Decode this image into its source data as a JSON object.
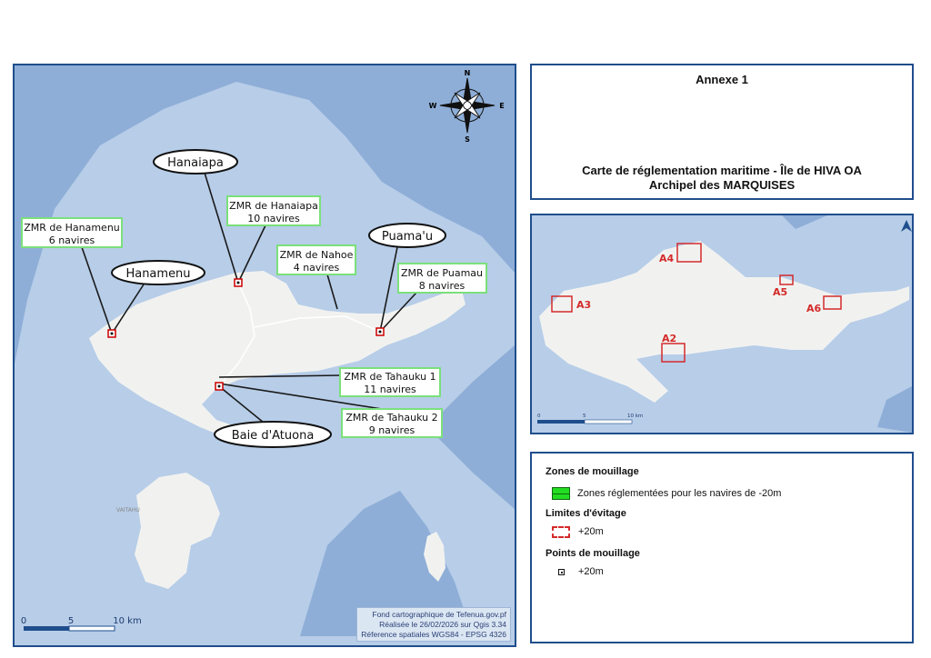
{
  "title_box": {
    "annex": "Annexe 1",
    "title": "Carte de réglementation maritime -  Île de HIVA OA",
    "subtitle": "Archipel des MARQUISES"
  },
  "main_map": {
    "compass": {
      "n": "N",
      "s": "S",
      "e": "E",
      "w": "W"
    },
    "places": [
      "Hanaiapa",
      "Hanamenu",
      "Puama'u",
      "Baie d'Atuona"
    ],
    "island_label": "VAITAHU",
    "zones": [
      {
        "name": "ZMR de Hanamenu",
        "count": "6 navires"
      },
      {
        "name": "ZMR de Hanaiapa",
        "count": "10 navires"
      },
      {
        "name": "ZMR de Nahoe",
        "count": "4 navires"
      },
      {
        "name": "ZMR de Puamau",
        "count": "8 navires"
      },
      {
        "name": "ZMR de Tahauku 1",
        "count": "11 navires"
      },
      {
        "name": "ZMR de Tahauku 2",
        "count": "9 navires"
      }
    ],
    "scale": {
      "t0": "0",
      "t1": "5",
      "t2": "10 km"
    },
    "credits": [
      "Fond cartographique de Tefenua.gov.pf",
      "Réalisée le 26/02/2026  sur Qgis 3.34",
      "Réference spatiales WGS84 - EPSG 4326"
    ]
  },
  "inset_map": {
    "areas": [
      "A2",
      "A3",
      "A4",
      "A5",
      "A6"
    ],
    "scale": {
      "t0": "0",
      "t1": "5",
      "t2": "10 km"
    },
    "north_icon": "north-arrow-icon"
  },
  "legend": {
    "sections": [
      {
        "title": "Zones de mouillage",
        "item": "Zones réglementées pour les navires de -20m"
      },
      {
        "title": "Limites d'évitage",
        "item": "+20m"
      },
      {
        "title": "Points de mouillage",
        "item": "+20m"
      }
    ]
  },
  "colors": {
    "frame": "#1f4e8c",
    "sea": "#b7cde8",
    "deep_sea": "#8eaed7",
    "land": "#f1f2f0",
    "zone_border": "#7be07b",
    "limit": "#e02020",
    "zone_fill": "#22dd22"
  }
}
